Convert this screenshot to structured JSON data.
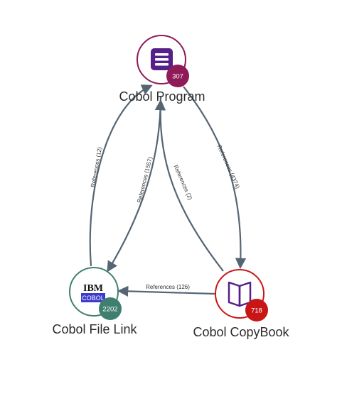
{
  "colors": {
    "edge": "#566573",
    "program_border": "#8e1a57",
    "program_badge": "#8e1a57",
    "program_icon": "#55208a",
    "filelink_border": "#3f7f6f",
    "filelink_badge": "#3f7f6f",
    "copybook_border": "#c81515",
    "copybook_badge": "#c81515",
    "copybook_icon": "#55208a",
    "cobol_bar": "#3c3ccc"
  },
  "nodes": {
    "program": {
      "label": "Cobol Program",
      "count": "307",
      "icon": "cobol-program-icon"
    },
    "filelink": {
      "label": "Cobol File Link",
      "count": "2202",
      "icon": "ibm-cobol-icon",
      "icon_top": "IBM",
      "icon_bottom": "COBOL"
    },
    "copybook": {
      "label": "Cobol CopyBook",
      "count": "718",
      "icon": "open-book-icon"
    }
  },
  "edges": {
    "filelink_to_program": "References (12)",
    "program_to_filelink": "References (1557)",
    "copybook_to_program": "References (2)",
    "program_to_copybook": "References (4374)",
    "copybook_to_filelink": "References (126)"
  }
}
